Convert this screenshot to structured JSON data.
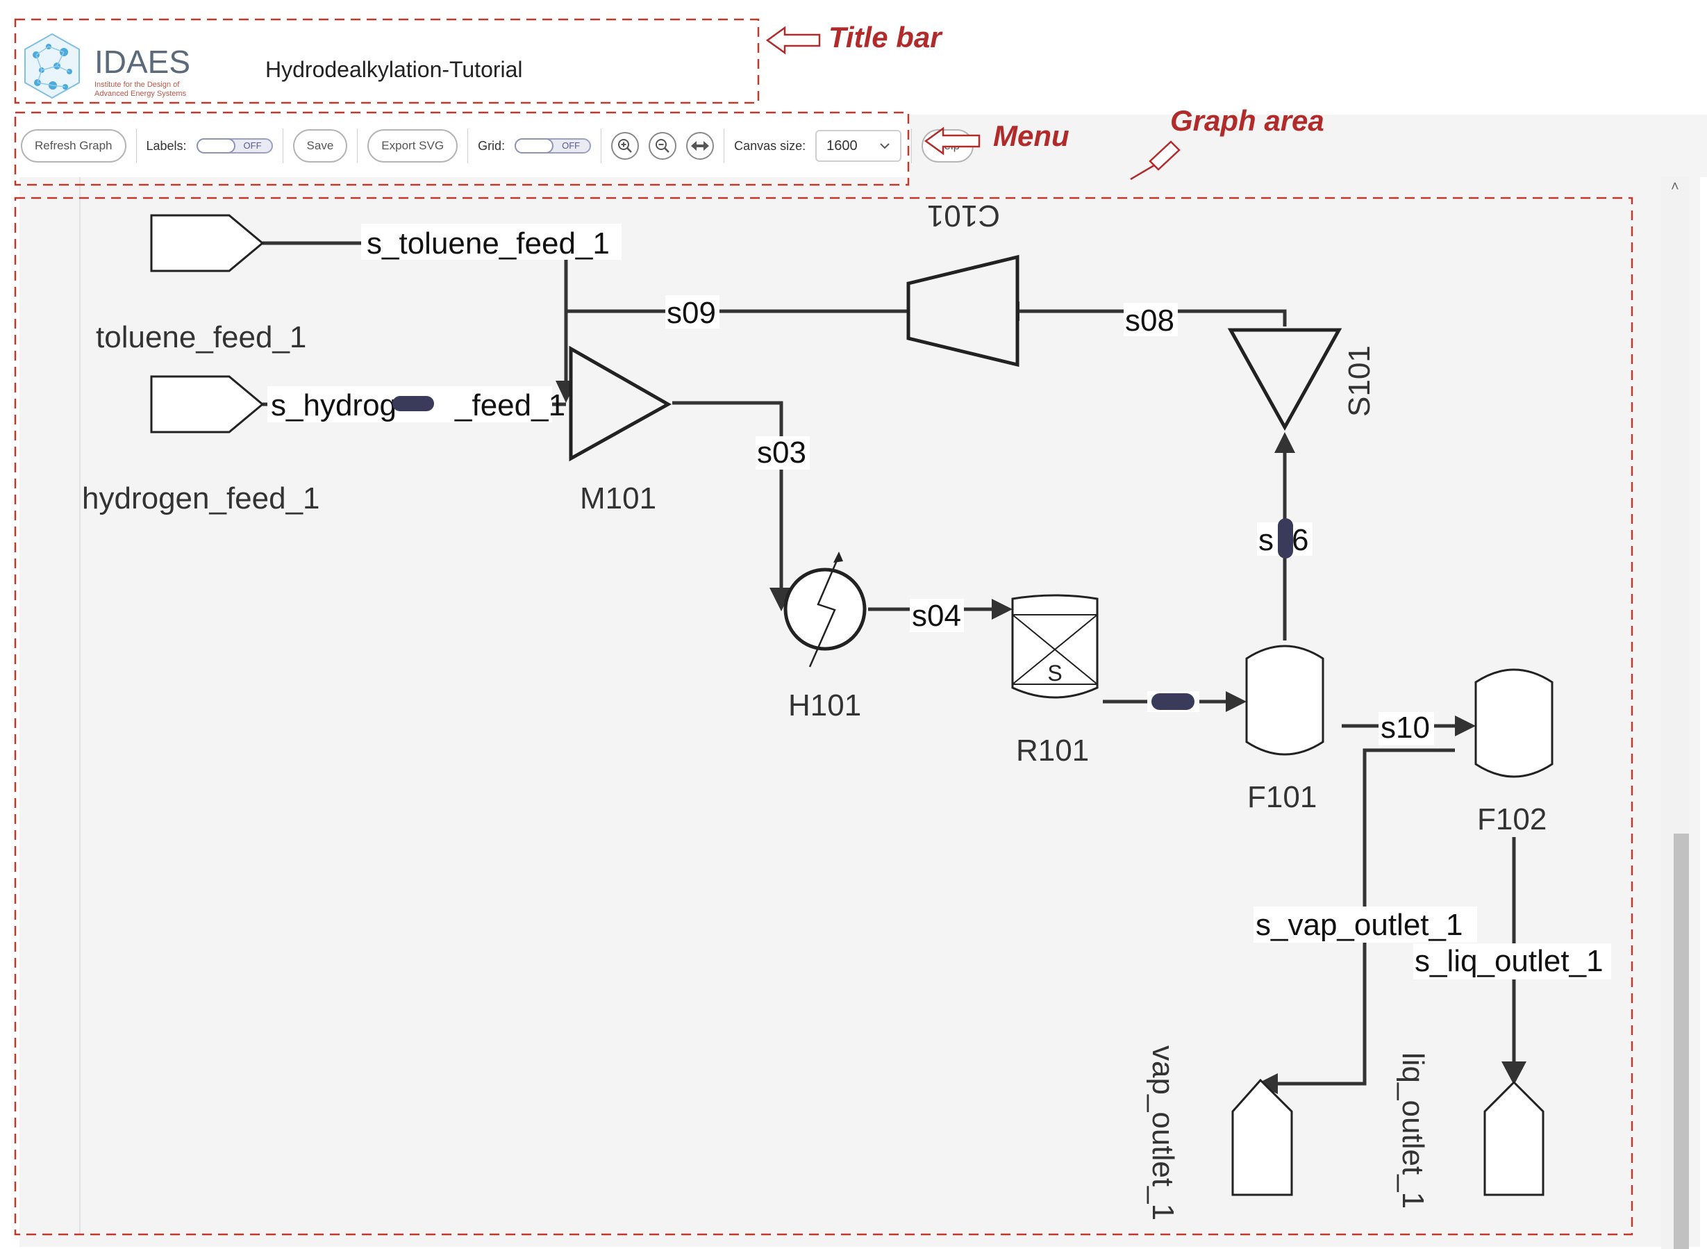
{
  "title_bar": {
    "logo_text": "IDAES",
    "logo_subtitle_line1": "Institute for the Design of",
    "logo_subtitle_line2": "Advanced Energy Systems",
    "app_title": "Hydrodealkylation-Tutorial"
  },
  "menu": {
    "refresh_label": "Refresh Graph",
    "labels_label": "Labels:",
    "labels_toggle_state": "OFF",
    "save_label": "Save",
    "export_label": "Export SVG",
    "grid_label": "Grid:",
    "grid_toggle_state": "OFF",
    "canvas_size_label": "Canvas size:",
    "canvas_size_value": "1600",
    "help_label": "Help"
  },
  "annotations": {
    "title_bar": "Title bar",
    "menu": "Menu",
    "graph_area": "Graph area"
  },
  "units": {
    "toluene_feed": "toluene_feed_1",
    "hydrogen_feed": "hydrogen_feed_1",
    "mixer": "M101",
    "compressor": "C101",
    "splitter": "S101",
    "heater": "H101",
    "reactor": "R101",
    "reactor_symbol": "S",
    "flash1": "F101",
    "flash2": "F102",
    "vap_outlet": "vap_outlet_1",
    "liq_outlet": "liq_outlet_1"
  },
  "streams": {
    "toluene_feed": "s_toluene_feed_1",
    "hydrogen_feed_a": "s_hydrog",
    "hydrogen_feed_b": "_feed_1",
    "s09": "s09",
    "s08": "s08",
    "s03": "s03",
    "s04": "s04",
    "s06_a": "s",
    "s06_b": "6",
    "s10": "s10",
    "vap_outlet": "s_vap_outlet_1",
    "liq_outlet": "s_liq_outlet_1"
  },
  "colors": {
    "annotation": "#b22b2b",
    "graph_bg": "#f4f4f4",
    "stream_line": "#333333",
    "toggle_accent": "#555c8c"
  },
  "icons": [
    "zoom-in-icon",
    "zoom-out-icon",
    "fit-width-icon",
    "chevron-down-icon",
    "scroll-up-icon"
  ]
}
